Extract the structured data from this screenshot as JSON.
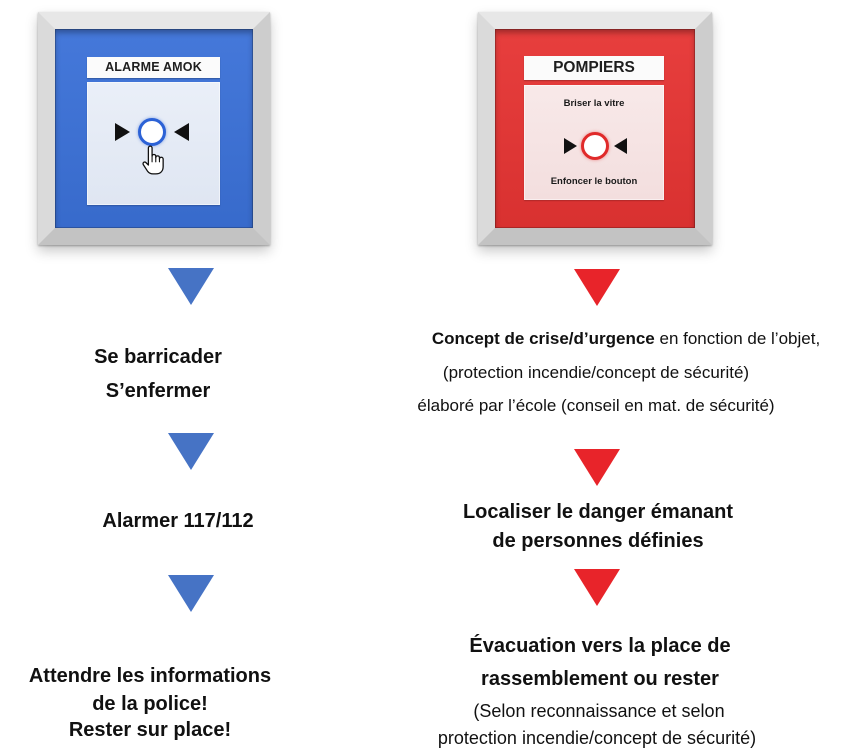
{
  "colors": {
    "amok_blue": "#3b71d8",
    "fire_red": "#e63433",
    "arrow_blue": "#4673c5",
    "arrow_red": "#e8242a",
    "text": "#111111"
  },
  "alarm_amok": {
    "label": "ALARME AMOK",
    "icons": [
      "arrow-right-icon",
      "push-button-icon",
      "arrow-left-icon",
      "hand-pointer-icon"
    ]
  },
  "alarm_fire": {
    "label": "POMPIERS",
    "top_text": "Briser la vitre",
    "bottom_text": "Enfoncer le bouton",
    "icons": [
      "arrow-right-icon",
      "push-button-icon",
      "arrow-left-icon"
    ]
  },
  "left_flow": {
    "arrow_icon": "arrow-down-icon",
    "steps": [
      {
        "lines": [
          "Se barricader",
          "S’enfermer"
        ]
      },
      {
        "lines": [
          "Alarmer 117/112"
        ]
      },
      {
        "lines": [
          "Attendre les informations",
          "de la police!",
          "Rester sur place!"
        ]
      }
    ]
  },
  "right_flow": {
    "arrow_icon": "arrow-down-icon",
    "steps": [
      {
        "intro_bold": "Concept de crise/d’urgence",
        "intro_regular": "en fonction de l’objet,",
        "lines": [
          "(protection incendie/concept de sécurité)",
          "élaboré par l’école (conseil en mat. de sécurité)"
        ]
      },
      {
        "lines": [
          "Localiser le danger émanant",
          "de personnes définies"
        ]
      },
      {
        "lines": [
          "Évacuation vers la place de",
          "rassemblement ou rester"
        ],
        "notes": [
          "(Selon reconnaissance et selon",
          "protection incendie/concept de sécurité)"
        ]
      }
    ]
  }
}
